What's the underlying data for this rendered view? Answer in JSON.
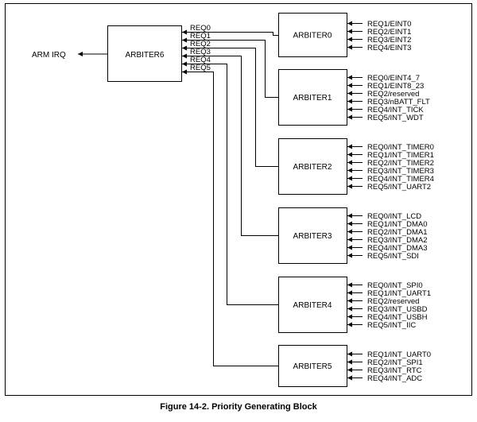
{
  "caption": "Figure 14-2. Priority Generating Block",
  "output": {
    "label": "ARM IRQ",
    "from": "ARBITER6"
  },
  "top": {
    "name": "ARBITER6",
    "inputs": [
      "REQ0",
      "REQ1",
      "REQ2",
      "REQ3",
      "REQ4",
      "REQ5"
    ]
  },
  "arbiters": [
    {
      "name": "ARBITER0",
      "feeds": "REQ0",
      "inputs": [
        "REQ1/EINT0",
        "REQ2/EINT1",
        "REQ3/EINT2",
        "REQ4/EINT3"
      ]
    },
    {
      "name": "ARBITER1",
      "feeds": "REQ1",
      "inputs": [
        "REQ0/EINT4_7",
        "REQ1/EINT8_23",
        "REQ2/reserved",
        "REQ3/nBATT_FLT",
        "REQ4/INT_TICK",
        "REQ5/INT_WDT"
      ]
    },
    {
      "name": "ARBITER2",
      "feeds": "REQ2",
      "inputs": [
        "REQ0/INT_TIMER0",
        "REQ1/INT_TIMER1",
        "REQ2/INT_TIMER2",
        "REQ3/INT_TIMER3",
        "REQ4/INT_TIMER4",
        "REQ5/INT_UART2"
      ]
    },
    {
      "name": "ARBITER3",
      "feeds": "REQ3",
      "inputs": [
        "REQ0/INT_LCD",
        "REQ1/INT_DMA0",
        "REQ2/INT_DMA1",
        "REQ3/INT_DMA2",
        "REQ4/INT_DMA3",
        "REQ5/INT_SDI"
      ]
    },
    {
      "name": "ARBITER4",
      "feeds": "REQ4",
      "inputs": [
        "REQ0/INT_SPI0",
        "REQ1/INT_UART1",
        "REQ2/reserved",
        "REQ3/INT_USBD",
        "REQ4/INT_USBH",
        "REQ5/INT_IIC"
      ]
    },
    {
      "name": "ARBITER5",
      "feeds": "REQ5",
      "inputs": [
        "REQ1/INT_UART0",
        "REQ2/INT_SPI1",
        "REQ3/INT_RTC",
        "REQ4/INT_ADC"
      ]
    }
  ]
}
